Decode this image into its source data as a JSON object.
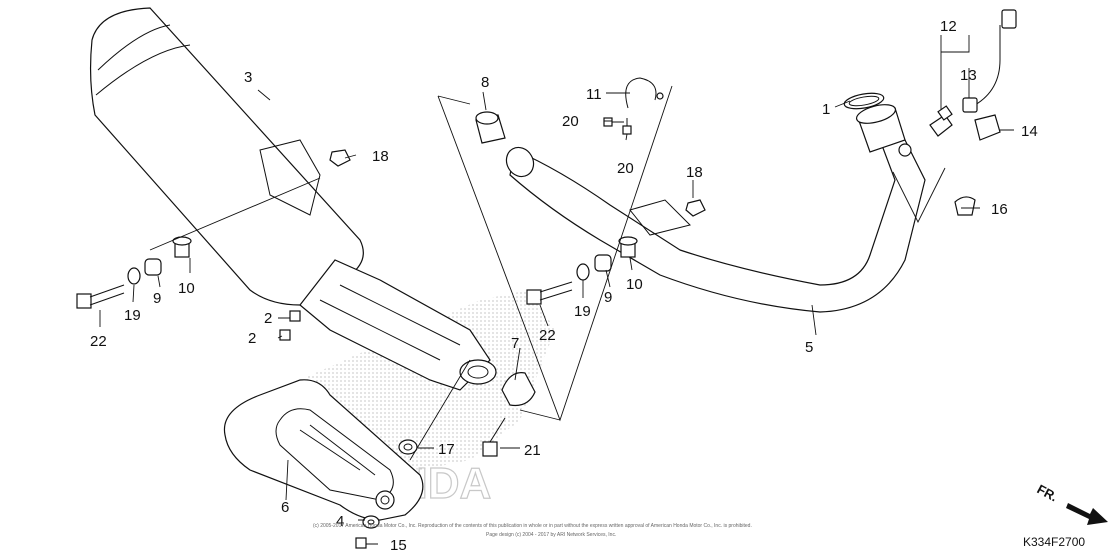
{
  "diagram": {
    "callouts": [
      {
        "id": "c1",
        "text": "1"
      },
      {
        "id": "c2a",
        "text": "2"
      },
      {
        "id": "c2b",
        "text": "2"
      },
      {
        "id": "c3",
        "text": "3"
      },
      {
        "id": "c4",
        "text": "4"
      },
      {
        "id": "c5",
        "text": "5"
      },
      {
        "id": "c6",
        "text": "6"
      },
      {
        "id": "c7",
        "text": "7"
      },
      {
        "id": "c8",
        "text": "8"
      },
      {
        "id": "c9a",
        "text": "9"
      },
      {
        "id": "c9b",
        "text": "9"
      },
      {
        "id": "c10a",
        "text": "10"
      },
      {
        "id": "c10b",
        "text": "10"
      },
      {
        "id": "c11",
        "text": "11"
      },
      {
        "id": "c12",
        "text": "12"
      },
      {
        "id": "c13",
        "text": "13"
      },
      {
        "id": "c14",
        "text": "14"
      },
      {
        "id": "c15",
        "text": "15"
      },
      {
        "id": "c16",
        "text": "16"
      },
      {
        "id": "c17",
        "text": "17"
      },
      {
        "id": "c18a",
        "text": "18"
      },
      {
        "id": "c18b",
        "text": "18"
      },
      {
        "id": "c19a",
        "text": "19"
      },
      {
        "id": "c19b",
        "text": "19"
      },
      {
        "id": "c20a",
        "text": "20"
      },
      {
        "id": "c20b",
        "text": "20"
      },
      {
        "id": "c21",
        "text": "21"
      },
      {
        "id": "c22a",
        "text": "22"
      },
      {
        "id": "c22b",
        "text": "22"
      }
    ],
    "watermark": "HONDA",
    "diagram_code": "K334F2700",
    "direction_label": "FR.",
    "copyright_line1": "(c) 2005-2017 American Honda Motor Co., Inc. Reproduction of the contents of this publication in whole or in part without the express written approval of American Honda Motor Co., Inc. is prohibited.",
    "copyright_line2": "Page design (c) 2004 - 2017 by ARI Network Services, Inc."
  }
}
